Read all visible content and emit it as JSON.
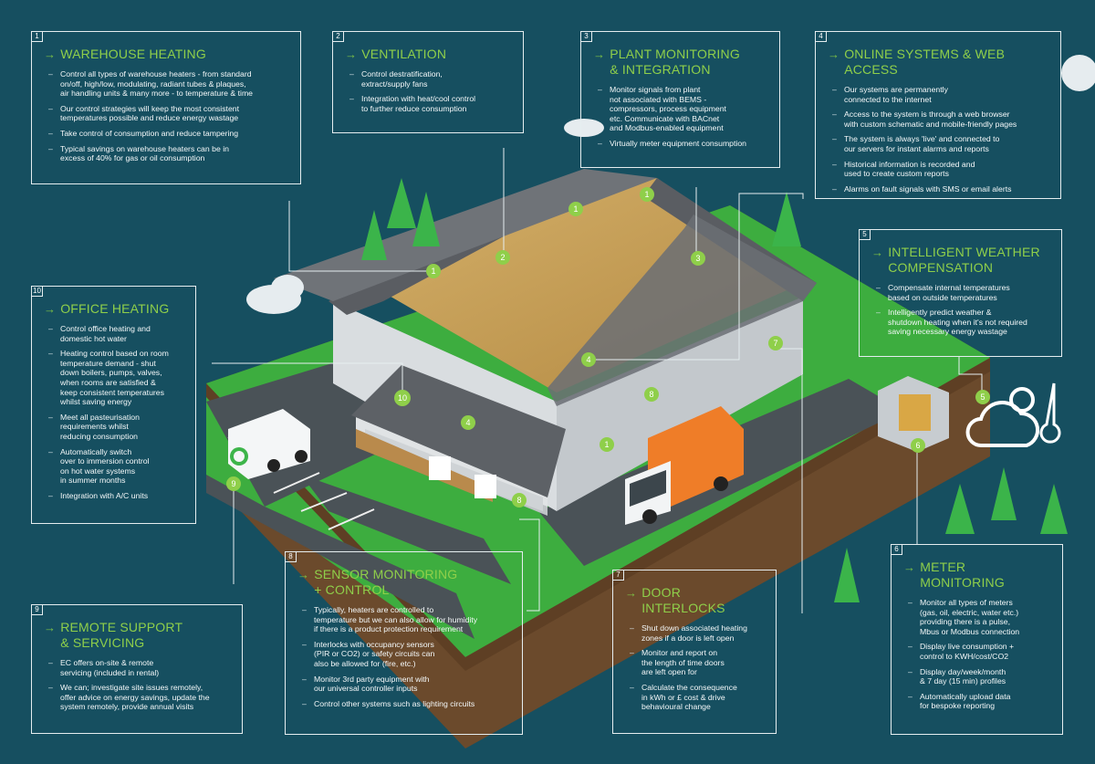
{
  "colors": {
    "background": "#164f60",
    "accent_green": "#8fcf4a",
    "box_border": "#e6eef0",
    "grass": "#3dad3f",
    "road": "#4a5257"
  },
  "boxes": {
    "b1": {
      "number": "1",
      "title": "WAREHOUSE HEATING",
      "items": [
        "Control all types of warehouse heaters - from standard\non/off, high/low, modulating, radiant tubes & plaques,\nair handling units & many more - to temperature & time",
        "Our control strategies will keep the most consistent\ntemperatures possible and reduce energy wastage",
        "Take control of consumption and reduce tampering",
        "Typical savings on warehouse heaters can be in\nexcess of 40% for gas or oil consumption"
      ]
    },
    "b2": {
      "number": "2",
      "title": "VENTILATION",
      "items": [
        "Control destratification,\nextract/supply fans",
        "Integration with heat/cool control\nto further reduce consumption"
      ]
    },
    "b3": {
      "number": "3",
      "title": "PLANT MONITORING\n& INTEGRATION",
      "items": [
        "Monitor signals from plant\nnot associated with BEMS -\ncompressors, process equipment\netc. Communicate with BACnet\nand Modbus-enabled equipment",
        "Virtually meter equipment consumption"
      ]
    },
    "b4": {
      "number": "4",
      "title": "ONLINE SYSTEMS & WEB ACCESS",
      "items": [
        "Our systems are permanently\nconnected to the internet",
        "Access to the system is through a web browser\nwith custom schematic and mobile-friendly pages",
        "The system is always 'live' and connected to\nour servers for instant alarms and reports",
        "Historical information is recorded and\nused to create custom reports",
        "Alarms on fault signals with SMS or email alerts"
      ]
    },
    "b5": {
      "number": "5",
      "title": "INTELLIGENT WEATHER\nCOMPENSATION",
      "items": [
        "Compensate internal temperatures\nbased on outside temperatures",
        "Intelligently predict weather &\nshutdown heating when it's not required\nsaving necessary energy wastage"
      ]
    },
    "b6": {
      "number": "6",
      "title": "METER\nMONITORING",
      "items": [
        "Monitor all types of meters\n(gas, oil, electric, water etc.)\nproviding there is a pulse,\nMbus or Modbus connection",
        "Display live consumption +\ncontrol to KWH/cost/CO2",
        "Display day/week/month\n& 7 day (15 min) profiles",
        "Automatically upload data\nfor bespoke reporting"
      ]
    },
    "b7": {
      "number": "7",
      "title": "DOOR\nINTERLOCKS",
      "items": [
        "Shut down associated heating\nzones if a door is left open",
        "Monitor and report on\nthe length of time doors\nare left open for",
        "Calculate the consequence\nin kWh or £ cost & drive\nbehavioural change"
      ]
    },
    "b8": {
      "number": "8",
      "title": "SENSOR MONITORING\n+ CONTROL",
      "items": [
        "Typically, heaters are controlled to\ntemperature but we can also allow for humidity\nif there is a product protection requirement",
        "Interlocks with occupancy sensors\n(PIR or CO2) or safety circuits can\nalso be allowed for (fire, etc.)",
        "Monitor 3rd party equipment with\nour universal controller inputs",
        "Control other systems such as lighting circuits"
      ]
    },
    "b9": {
      "number": "9",
      "title": "REMOTE SUPPORT\n& SERVICING",
      "items": [
        "EC offers on-site & remote\nservicing (included in rental)",
        "We can; investigate site issues remotely,\noffer advice on energy savings, update the\nsystem remotely, provide annual visits"
      ]
    },
    "b10": {
      "number": "10",
      "title": "OFFICE HEATING",
      "items": [
        "Control office heating and\ndomestic hot water",
        "Heating control based on room\ntemperature demand - shut\ndown boilers, pumps, valves,\nwhen rooms are satisfied &\nkeep consistent temperatures\nwhilst saving energy",
        "Meet all pasteurisation\nrequirements whilst\nreducing consumption",
        "Automatically switch\nover to immersion control\non hot water systems\nin summer months",
        "Integration with A/C units"
      ]
    }
  },
  "markers": {
    "m1a": "1",
    "m1b": "1",
    "m1c": "1",
    "m1d": "1",
    "m2": "2",
    "m3": "3",
    "m4a": "4",
    "m4b": "4",
    "m5": "5",
    "m6": "6",
    "m7": "7",
    "m8a": "8",
    "m8b": "8",
    "m9": "9",
    "m10": "10"
  }
}
